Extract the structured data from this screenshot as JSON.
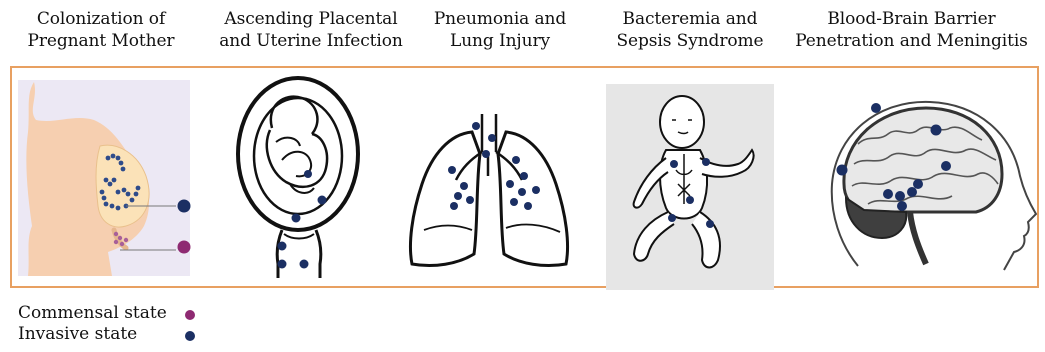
{
  "stages": [
    {
      "line1": "Colonization of",
      "line2": "Pregnant Mother"
    },
    {
      "line1": "Ascending Placental",
      "line2": "and Uterine Infection"
    },
    {
      "line1": "Pneumonia and",
      "line2": "Lung Injury"
    },
    {
      "line1": "Bacteremia and",
      "line2": "Sepsis Syndrome"
    },
    {
      "line1": "Blood-Brain Barrier",
      "line2": "Penetration and Meningitis"
    }
  ],
  "legend": {
    "commensal": "Commensal state",
    "invasive": "Invasive state"
  },
  "colors": {
    "commensal": "#8e2a72",
    "invasive": "#1b2f63",
    "panel_border": "#e8a061",
    "skin": "#f6cfb0",
    "uterus": "#fbe2b8",
    "brain_bg": "#cfd2da"
  }
}
